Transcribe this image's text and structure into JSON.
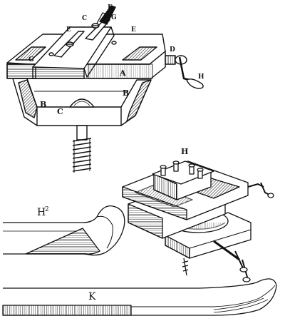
{
  "figures": {
    "vise_top": {
      "labels": {
        "F": "F",
        "C_top": "C",
        "G_top": "G",
        "E_left": "E",
        "E_right": "E",
        "G_left": "G",
        "D": "D",
        "A": "A",
        "H": "H",
        "B_left": "B",
        "B_right": "B",
        "C_bottom": "C"
      }
    },
    "vise_right": {
      "labels": {
        "H": "H"
      }
    },
    "tool_h2": {
      "labels": {
        "H2_base": "H",
        "H2_sup": "2"
      }
    },
    "tool_k": {
      "labels": {
        "K": "K"
      }
    }
  },
  "colors": {
    "ink": "#111111",
    "paper": "#ffffff"
  }
}
